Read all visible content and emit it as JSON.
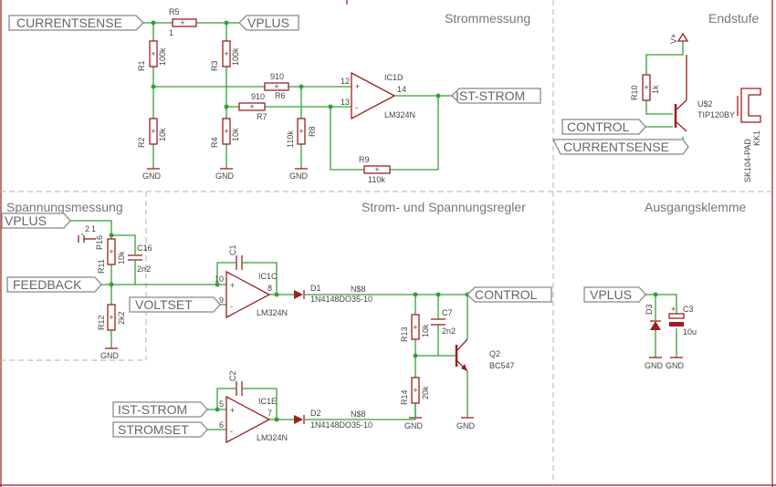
{
  "sections": {
    "strommessung": "Strommessung",
    "endstufe": "Endstufe",
    "spannungsmessung": "Spannungsmessung",
    "regler": "Strom- und Spannungsregler",
    "ausgangsklemme": "Ausgangsklemme"
  },
  "labels": {
    "currentsense": "CURRENTSENSE",
    "vplus": "VPLUS",
    "ist_strom": "IST-STROM",
    "control": "CONTROL",
    "currentsense2": "CURRENTSENSE",
    "vplus_sm": "VPLUS",
    "feedback": "FEEDBACK",
    "voltset": "VOLTSET",
    "control_reg": "CONTROL",
    "ist_strom_in": "IST-STROM",
    "stromset": "STROMSET",
    "vplus_ak": "VPLUS"
  },
  "parts": {
    "r5_name": "R5",
    "r5_val": "1",
    "r1_name": "R1",
    "r1_val": "100k",
    "r3_name": "R3",
    "r3_val": "100k",
    "r2_name": "R2",
    "r2_val": "10k",
    "r4_name": "R4",
    "r4_val": "10k",
    "r6_name": "R6",
    "r6_val": "910",
    "r7_name": "R7",
    "r7_val": "910",
    "r8_name": "R8",
    "r8_val": "110k",
    "r9_name": "R9",
    "r9_val": "110k",
    "ic1d_name": "IC1D",
    "ic1d_val": "LM324N",
    "ic1d_p12": "12",
    "ic1d_p13": "13",
    "ic1d_p14": "14",
    "r10_name": "R10",
    "r10_val": "1k",
    "u2_name": "U$2",
    "u2_val": "TIP120BY",
    "kk1_val": "SK104-PAD",
    "kk1_name": "KK1",
    "vplus_sup": "V+",
    "r11_name": "R11",
    "r11_val": "10k",
    "p16": "P16",
    "c16_name": "C16",
    "c16_val": "2n2",
    "r12_name": "R12",
    "r12_val": "2k2",
    "c1_name": "C1",
    "ic1c_name": "IC1C",
    "ic1c_val": "LM324N",
    "ic1c_p10": "10",
    "ic1c_p9": "9",
    "ic1c_p8": "8",
    "d1_name": "D1",
    "d1_val": "1N4148DO35-10",
    "n8a": "N$8",
    "r13_name": "R13",
    "r13_val": "10k",
    "c7_name": "C7",
    "c7_val": "2n2",
    "q2_name": "Q2",
    "q2_val": "BC547",
    "r14_name": "R14",
    "r14_val": "20k",
    "c2_name": "C2",
    "ic1e_name": "IC1E",
    "ic1e_val": "LM324N",
    "ic1e_p5": "5",
    "ic1e_p6": "6",
    "ic1e_p7": "7",
    "d2_name": "D2",
    "d2_val": "1N4148DO35-10",
    "n8b": "N$8",
    "d3_name": "D3",
    "c3_name": "C3",
    "c3_val": "10u",
    "pin1": "1",
    "pin2": "2"
  },
  "gnd": "GND"
}
